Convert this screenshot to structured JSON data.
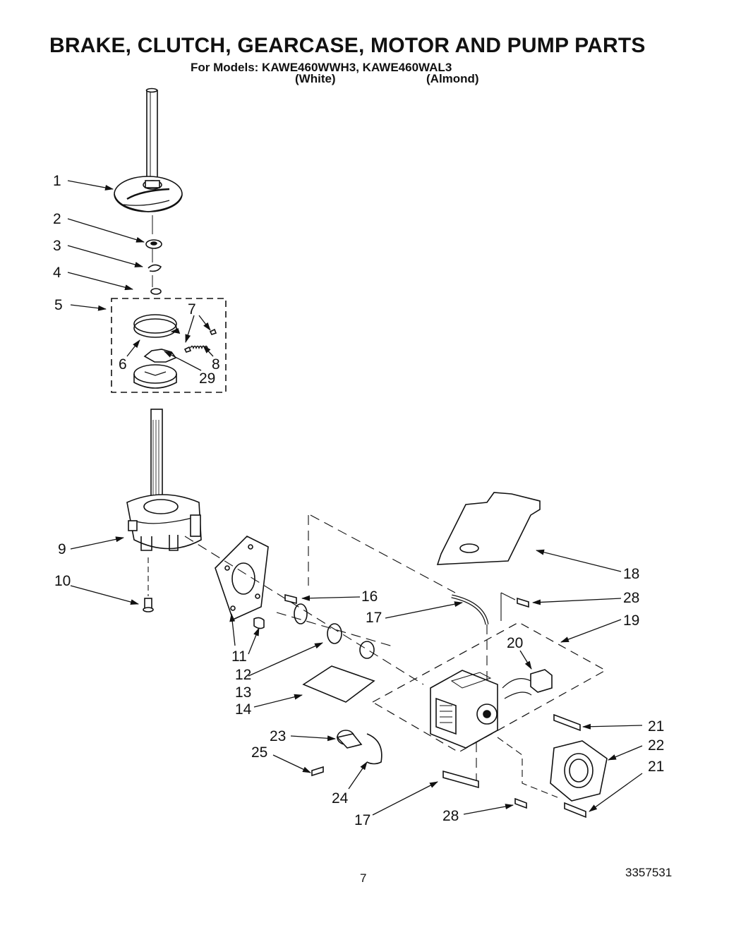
{
  "header": {
    "title": "BRAKE, CLUTCH, GEARCASE, MOTOR AND PUMP PARTS",
    "models_line": "For Models:  KAWE460WWH3, KAWE460WAL3",
    "variant_white": "(White)",
    "variant_almond": "(Almond)"
  },
  "footer": {
    "page_number": "7",
    "document_number": "3357531"
  },
  "callouts": [
    {
      "id": "c1",
      "text": "1"
    },
    {
      "id": "c2",
      "text": "2"
    },
    {
      "id": "c3",
      "text": "3"
    },
    {
      "id": "c4",
      "text": "4"
    },
    {
      "id": "c5",
      "text": "5"
    },
    {
      "id": "c7",
      "text": "7"
    },
    {
      "id": "c6",
      "text": "6"
    },
    {
      "id": "c8",
      "text": "8"
    },
    {
      "id": "c29",
      "text": "29"
    },
    {
      "id": "c9",
      "text": "9"
    },
    {
      "id": "c10",
      "text": "10"
    },
    {
      "id": "c16",
      "text": "16"
    },
    {
      "id": "c17a",
      "text": "17"
    },
    {
      "id": "c18",
      "text": "18"
    },
    {
      "id": "c28a",
      "text": "28"
    },
    {
      "id": "c19",
      "text": "19"
    },
    {
      "id": "c20",
      "text": "20"
    },
    {
      "id": "c11",
      "text": "11"
    },
    {
      "id": "c12",
      "text": "12"
    },
    {
      "id": "c13",
      "text": "13"
    },
    {
      "id": "c14",
      "text": "14"
    },
    {
      "id": "c21a",
      "text": "21"
    },
    {
      "id": "c22",
      "text": "22"
    },
    {
      "id": "c21b",
      "text": "21"
    },
    {
      "id": "c23",
      "text": "23"
    },
    {
      "id": "c25",
      "text": "25"
    },
    {
      "id": "c24",
      "text": "24"
    },
    {
      "id": "c17b",
      "text": "17"
    },
    {
      "id": "c28b",
      "text": "28"
    }
  ]
}
